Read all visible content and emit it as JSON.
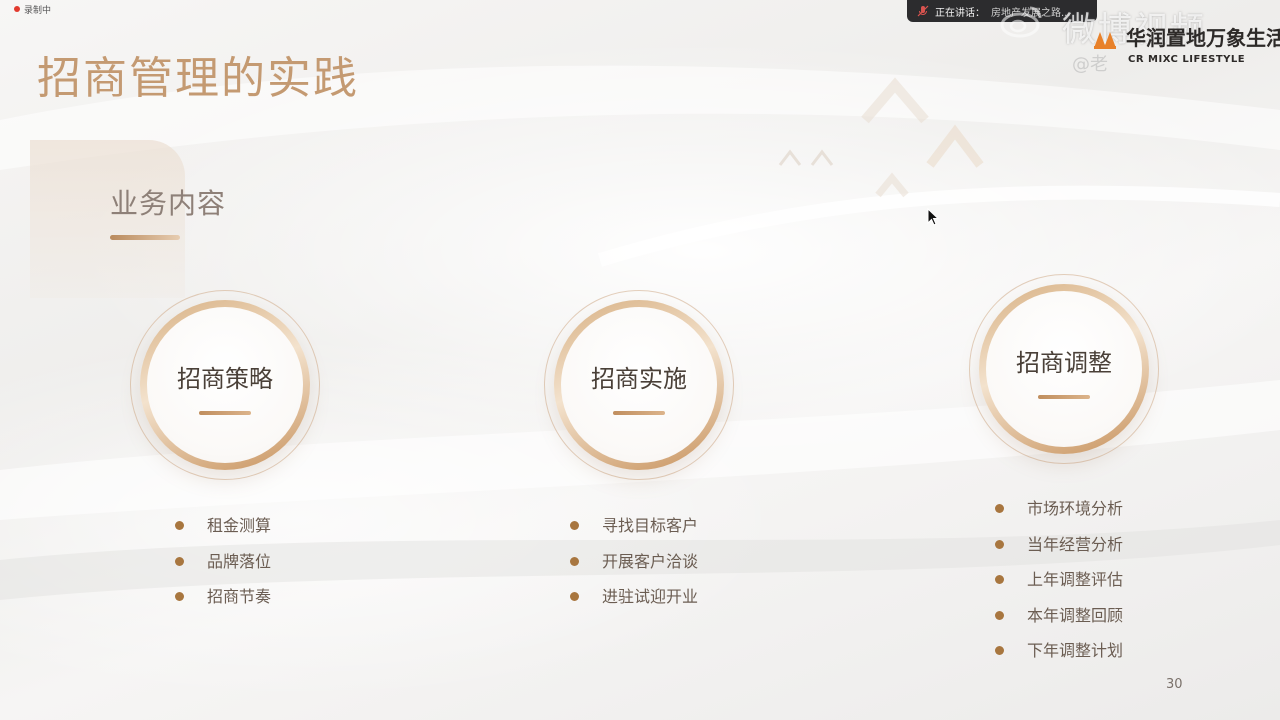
{
  "recording": {
    "label": "录制中",
    "dot_color": "#e23a2e"
  },
  "meeting_bar": {
    "status": "正在讲话：",
    "speaker": "房地产发展之路..."
  },
  "watermark": {
    "platform": "微博视频",
    "handle": "@老"
  },
  "brand": {
    "chinese_name": "华润置地万象生活",
    "english_name": "CR MIXC LIFESTYLE"
  },
  "slide": {
    "title": "招商管理的实践",
    "section_title": "业务内容",
    "page_number": "30",
    "columns": [
      {
        "heading": "招商策略",
        "items": [
          "租金测算",
          "品牌落位",
          "招商节奏"
        ]
      },
      {
        "heading": "招商实施",
        "items": [
          "寻找目标客户",
          "开展客户洽谈",
          "进驻试迎开业"
        ]
      },
      {
        "heading": "招商调整",
        "items": [
          "市场环境分析",
          "当年经营分析",
          "上年调整评估",
          "本年调整回顾",
          "下年调整计划"
        ]
      }
    ]
  },
  "colors": {
    "accent_gold": "#c49a72",
    "bullet_brown": "#a8763f",
    "brand_orange": "#e8812a"
  },
  "icons": [
    "mic-muted-icon",
    "weibo-logo-icon",
    "brand-logo-icon",
    "mouse-cursor-icon"
  ]
}
